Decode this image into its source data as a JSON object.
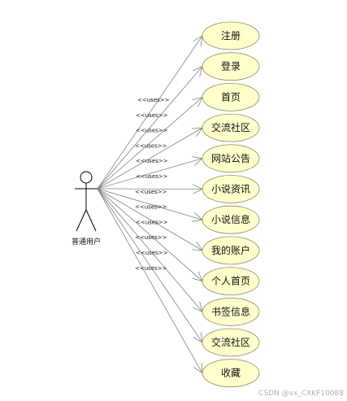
{
  "actor": {
    "name": "普通用户"
  },
  "stereotype": "<<uses>>",
  "use_cases": [
    {
      "label": "注册"
    },
    {
      "label": "登录"
    },
    {
      "label": "首页"
    },
    {
      "label": "交流社区"
    },
    {
      "label": "网站公告"
    },
    {
      "label": "小说资讯"
    },
    {
      "label": "小说信息"
    },
    {
      "label": "我的账户"
    },
    {
      "label": "个人首页"
    },
    {
      "label": "书签信息"
    },
    {
      "label": "交流社区"
    },
    {
      "label": "收藏"
    }
  ],
  "colors": {
    "usecase_fill": "#ffffcc",
    "line": "#808080"
  },
  "watermark": "CSDN @vx_CXKF10088"
}
